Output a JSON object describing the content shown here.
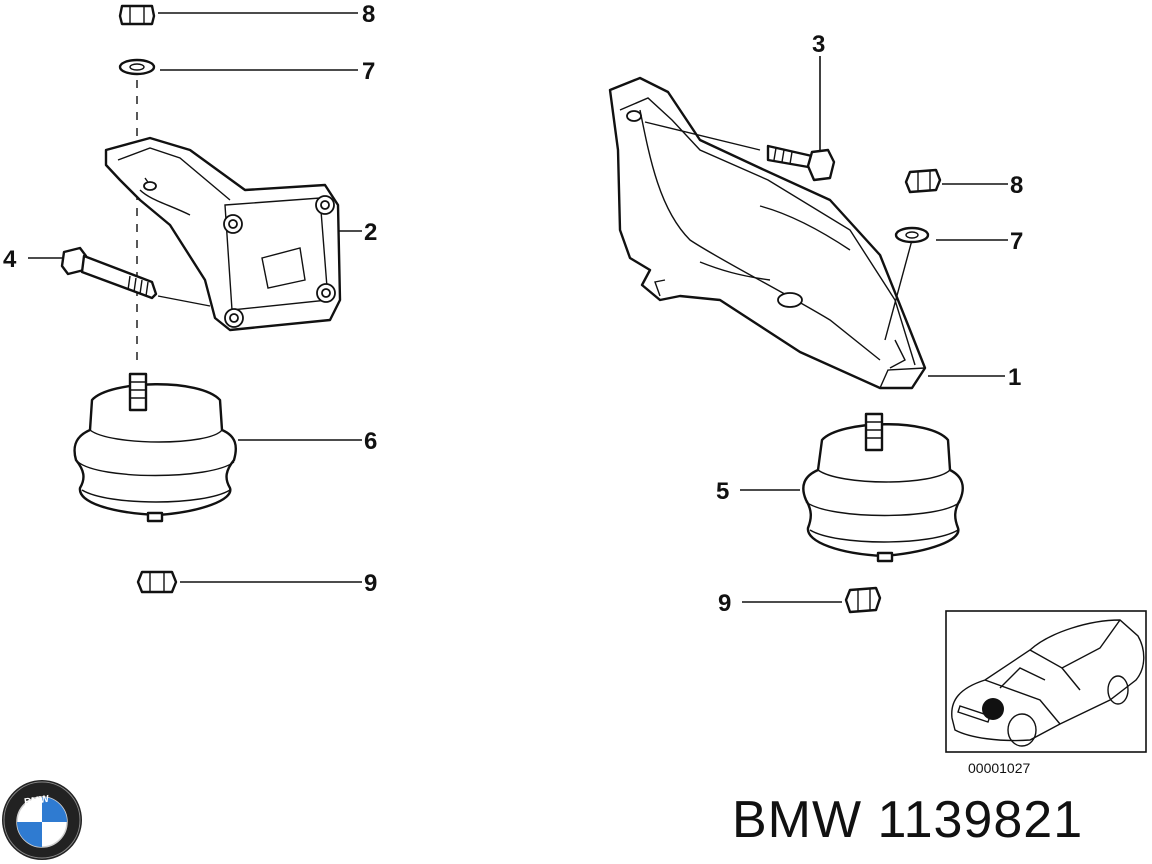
{
  "callouts": {
    "c8a": "8",
    "c7a": "7",
    "c2": "2",
    "c4": "4",
    "c6": "6",
    "c9a": "9",
    "c3": "3",
    "c8b": "8",
    "c7b": "7",
    "c1": "1",
    "c5": "5",
    "c9b": "9"
  },
  "inset": {
    "ref_code": "00001027"
  },
  "logo": {
    "letters": "BMW"
  },
  "caption": {
    "text": "BMW 1139821"
  }
}
